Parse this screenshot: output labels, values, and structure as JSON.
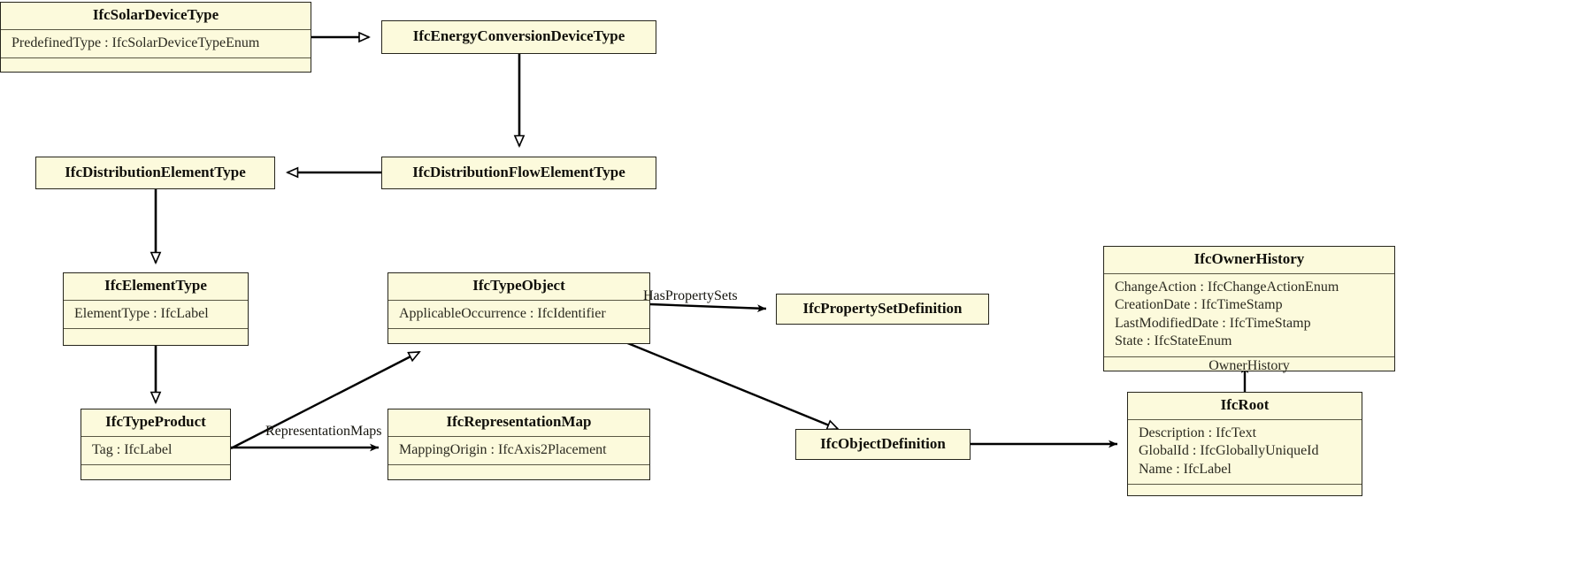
{
  "diagram": {
    "kind": "uml-class-diagram",
    "background": "#ffffff",
    "box_fill": "#fcfadc",
    "box_stroke": "#26251c",
    "line_color": "#000000"
  },
  "classes": {
    "solar_device_type": {
      "name": "IfcSolarDeviceType",
      "attributes": [
        "PredefinedType : IfcSolarDeviceTypeEnum"
      ],
      "footer": ""
    },
    "energy_conversion_device_type": {
      "name": "IfcEnergyConversionDeviceType",
      "attributes": [],
      "footer": ""
    },
    "distribution_element_type": {
      "name": "IfcDistributionElementType",
      "attributes": [],
      "footer": ""
    },
    "distribution_flow_element_type": {
      "name": "IfcDistributionFlowElementType",
      "attributes": [],
      "footer": ""
    },
    "element_type": {
      "name": "IfcElementType",
      "attributes": [
        "ElementType : IfcLabel"
      ],
      "footer": ""
    },
    "type_object": {
      "name": "IfcTypeObject",
      "attributes": [
        "ApplicableOccurrence : IfcIdentifier"
      ],
      "footer": ""
    },
    "property_set_definition": {
      "name": "IfcPropertySetDefinition",
      "attributes": [],
      "footer": ""
    },
    "type_product": {
      "name": "IfcTypeProduct",
      "attributes": [
        "Tag : IfcLabel"
      ],
      "footer": ""
    },
    "representation_map": {
      "name": "IfcRepresentationMap",
      "attributes": [
        "MappingOrigin : IfcAxis2Placement"
      ],
      "footer": ""
    },
    "object_definition": {
      "name": "IfcObjectDefinition",
      "attributes": [],
      "footer": ""
    },
    "owner_history": {
      "name": "IfcOwnerHistory",
      "attributes": [
        "ChangeAction : IfcChangeActionEnum",
        "CreationDate : IfcTimeStamp",
        "LastModifiedDate : IfcTimeStamp",
        "State : IfcStateEnum"
      ],
      "footer": "OwnerHistory"
    },
    "root": {
      "name": "IfcRoot",
      "attributes": [
        "Description : IfcText",
        "GlobalId : IfcGloballyUniqueId",
        "Name : IfcLabel"
      ],
      "footer": ""
    }
  },
  "edge_labels": {
    "has_property_sets": "HasPropertySets",
    "representation_maps": "RepresentationMaps"
  }
}
